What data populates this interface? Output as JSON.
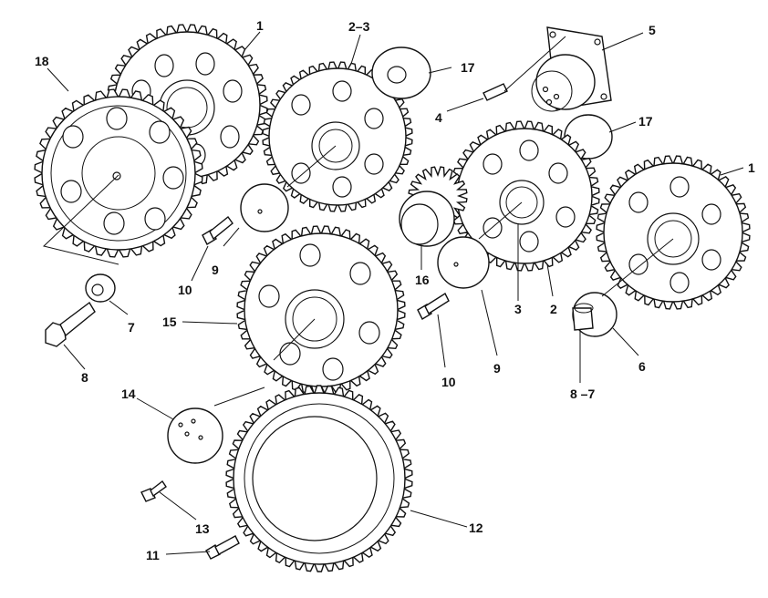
{
  "callouts": [
    {
      "id": "c1a",
      "text": "1"
    },
    {
      "id": "c23",
      "text": "2–3"
    },
    {
      "id": "c5",
      "text": "5"
    },
    {
      "id": "c18",
      "text": "18"
    },
    {
      "id": "c17a",
      "text": "17"
    },
    {
      "id": "c4",
      "text": "4"
    },
    {
      "id": "c17b",
      "text": "17"
    },
    {
      "id": "c1b",
      "text": "1"
    },
    {
      "id": "c10a",
      "text": "10"
    },
    {
      "id": "c9a",
      "text": "9"
    },
    {
      "id": "c16",
      "text": "16"
    },
    {
      "id": "c3",
      "text": "3"
    },
    {
      "id": "c2",
      "text": "2"
    },
    {
      "id": "c7",
      "text": "7"
    },
    {
      "id": "c15",
      "text": "15"
    },
    {
      "id": "c8",
      "text": "8"
    },
    {
      "id": "c10b",
      "text": "10"
    },
    {
      "id": "c9b",
      "text": "9"
    },
    {
      "id": "c6",
      "text": "6"
    },
    {
      "id": "c87",
      "text": "8 –7"
    },
    {
      "id": "c14",
      "text": "14"
    },
    {
      "id": "c13",
      "text": "13"
    },
    {
      "id": "c12",
      "text": "12"
    },
    {
      "id": "c11",
      "text": "11"
    }
  ]
}
